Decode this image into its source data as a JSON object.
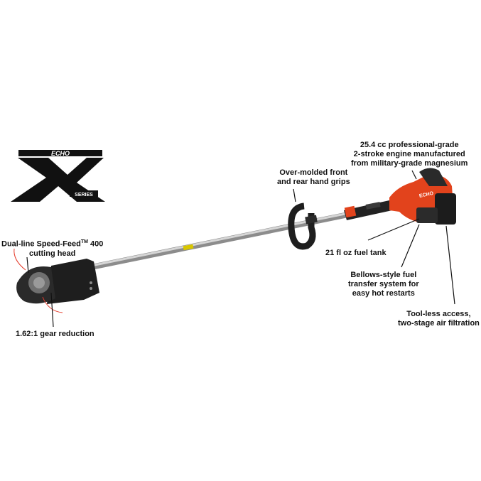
{
  "brand": {
    "logo_text": "ECHO",
    "series_text": "SERIES",
    "series_letter": "X"
  },
  "callouts": {
    "engine": {
      "line1": "25.4 cc professional-grade",
      "line2": "2-stroke engine manufactured",
      "line3": "from military-grade magnesium"
    },
    "grips": {
      "line1": "Over-molded front",
      "line2": "and rear hand grips"
    },
    "head": {
      "line1a": "Dual-line Speed-Feed",
      "tm": "TM",
      "line1b": " 400",
      "line2": "cutting head"
    },
    "fuel_tank": {
      "line1": "21 fl oz fuel tank"
    },
    "bellows": {
      "line1": "Bellows-style fuel",
      "line2": "transfer system for",
      "line3": "easy hot restarts"
    },
    "air": {
      "line1": "Tool-less access,",
      "line2": "two-stage air filtration"
    },
    "gear": {
      "line1": "1.62:1 gear reduction"
    }
  },
  "colors": {
    "engine_orange": "#e2431c",
    "shaft_gray": "#b9b9b9",
    "dark": "#1b1b1b",
    "callout_red": "#e53a2a"
  }
}
